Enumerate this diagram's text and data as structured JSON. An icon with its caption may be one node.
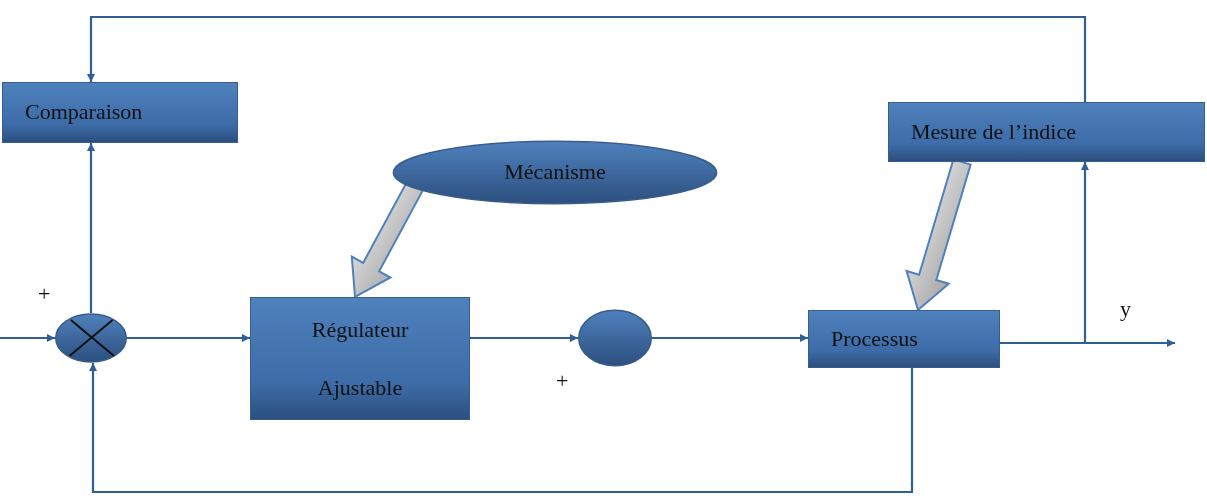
{
  "diagram": {
    "nodes": [
      {
        "text": [
          "Comparaison"
        ]
      },
      {
        "text": [
          "Mécanisme"
        ]
      },
      {
        "text": [
          "Mesure de l’indice"
        ]
      },
      {
        "text": [],
        "shape": "circle"
      },
      {
        "text": [
          "Régulateur Ajustable"
        ]
      },
      {
        "text": [],
        "shape": "circle"
      },
      {
        "text": [
          "Processus"
        ]
      }
    ],
    "edges": [
      {
        "from": null,
        "to": 3,
        "arrow": "to"
      },
      {
        "from": 3,
        "to": 0,
        "arrow": "to"
      },
      {
        "from": 3,
        "to": 4,
        "arrow": "to"
      },
      {
        "from": 4,
        "to": 5,
        "arrow": "to"
      },
      {
        "from": 5,
        "to": 6,
        "arrow": "to"
      },
      {
        "from": 6,
        "to": null,
        "arrow": "to",
        "label": "y"
      },
      {
        "from": 6,
        "to": 2,
        "arrow": "to"
      },
      {
        "from": 2,
        "to": 0,
        "arrow": "to"
      },
      {
        "from": 6,
        "to": 3,
        "arrow": "to"
      },
      {
        "from": 1,
        "to": 4,
        "arrow": "to",
        "style": "thick"
      },
      {
        "from": 2,
        "to": 6,
        "arrow": "to",
        "style": "thick"
      }
    ],
    "labels": [
      "+",
      "+"
    ]
  }
}
